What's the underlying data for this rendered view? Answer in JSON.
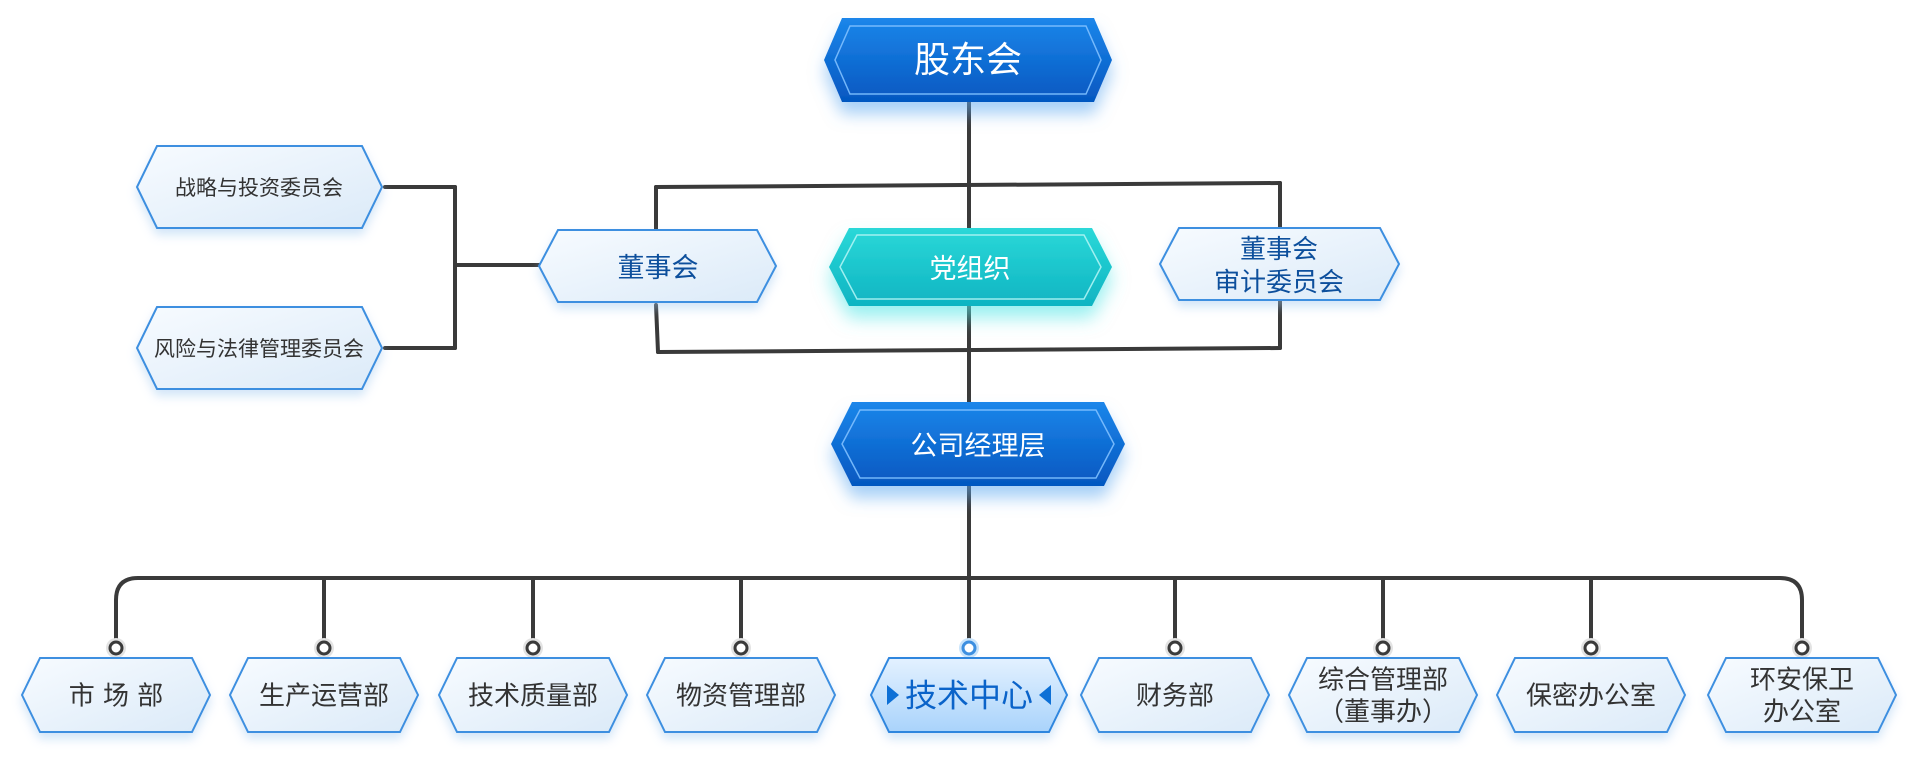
{
  "nodes": {
    "shareholders": "股东会",
    "board": "董事会",
    "party": "党组织",
    "audit": [
      "董事会",
      "审计委员会"
    ],
    "strategy": "战略与投资委员会",
    "risk": "风险与法律管理委员会",
    "management": "公司经理层"
  },
  "departments": [
    [
      "市 场 部"
    ],
    [
      "生产运营部"
    ],
    [
      "技术质量部"
    ],
    [
      "物资管理部"
    ],
    [
      "技术中心"
    ],
    [
      "财务部"
    ],
    [
      "综合管理部",
      "（董事办）"
    ],
    [
      "保密办公室"
    ],
    [
      "环安保卫",
      "办公室"
    ]
  ],
  "colors": {
    "primary_blue": "#0a6fd6",
    "teal": "#12c6cc",
    "light_fill": "#eaf4fd",
    "border_blue": "#3d8fe0",
    "line": "#3a3a3a",
    "text_dark_blue": "#0d4f9c",
    "text_gray": "#333333"
  }
}
